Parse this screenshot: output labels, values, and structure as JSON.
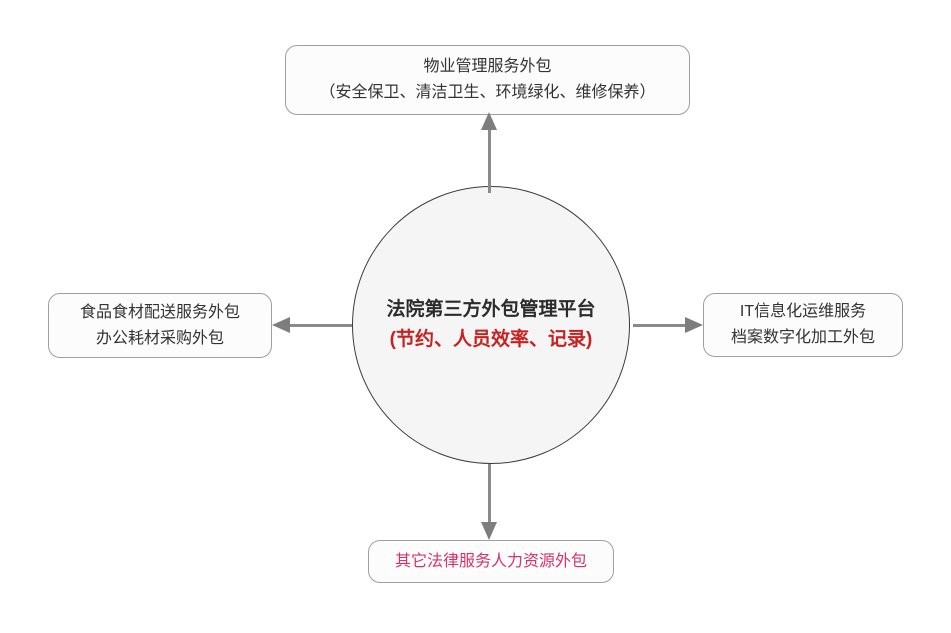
{
  "center": {
    "title": "法院第三方外包管理平台",
    "subtitle": "(节约、人员效率、记录)",
    "title_color": "#2b2b2b",
    "subtitle_color": "#c62222",
    "fill_color": "#f5f5f5",
    "border_color": "#3c3c3c"
  },
  "nodes": {
    "top": {
      "lines": [
        "物业管理服务外包",
        "（安全保卫、清洁卫生、环境绿化、维修保养）"
      ],
      "text_color": "#333333"
    },
    "left": {
      "lines": [
        "食品食材配送服务外包",
        "办公耗材采购外包"
      ],
      "text_color": "#333333"
    },
    "right": {
      "lines": [
        "IT信息化运维服务",
        "档案数字化加工外包"
      ],
      "text_color": "#333333"
    },
    "bottom": {
      "lines": [
        "其它法律服务人力资源外包"
      ],
      "text_color": "#d6336c"
    }
  },
  "arrows": {
    "color": "#8a8a8a",
    "directions": [
      "up",
      "down",
      "left",
      "right"
    ]
  },
  "box_style": {
    "border_color": "#9f9f9f",
    "fill_color": "#fcfcfc"
  }
}
